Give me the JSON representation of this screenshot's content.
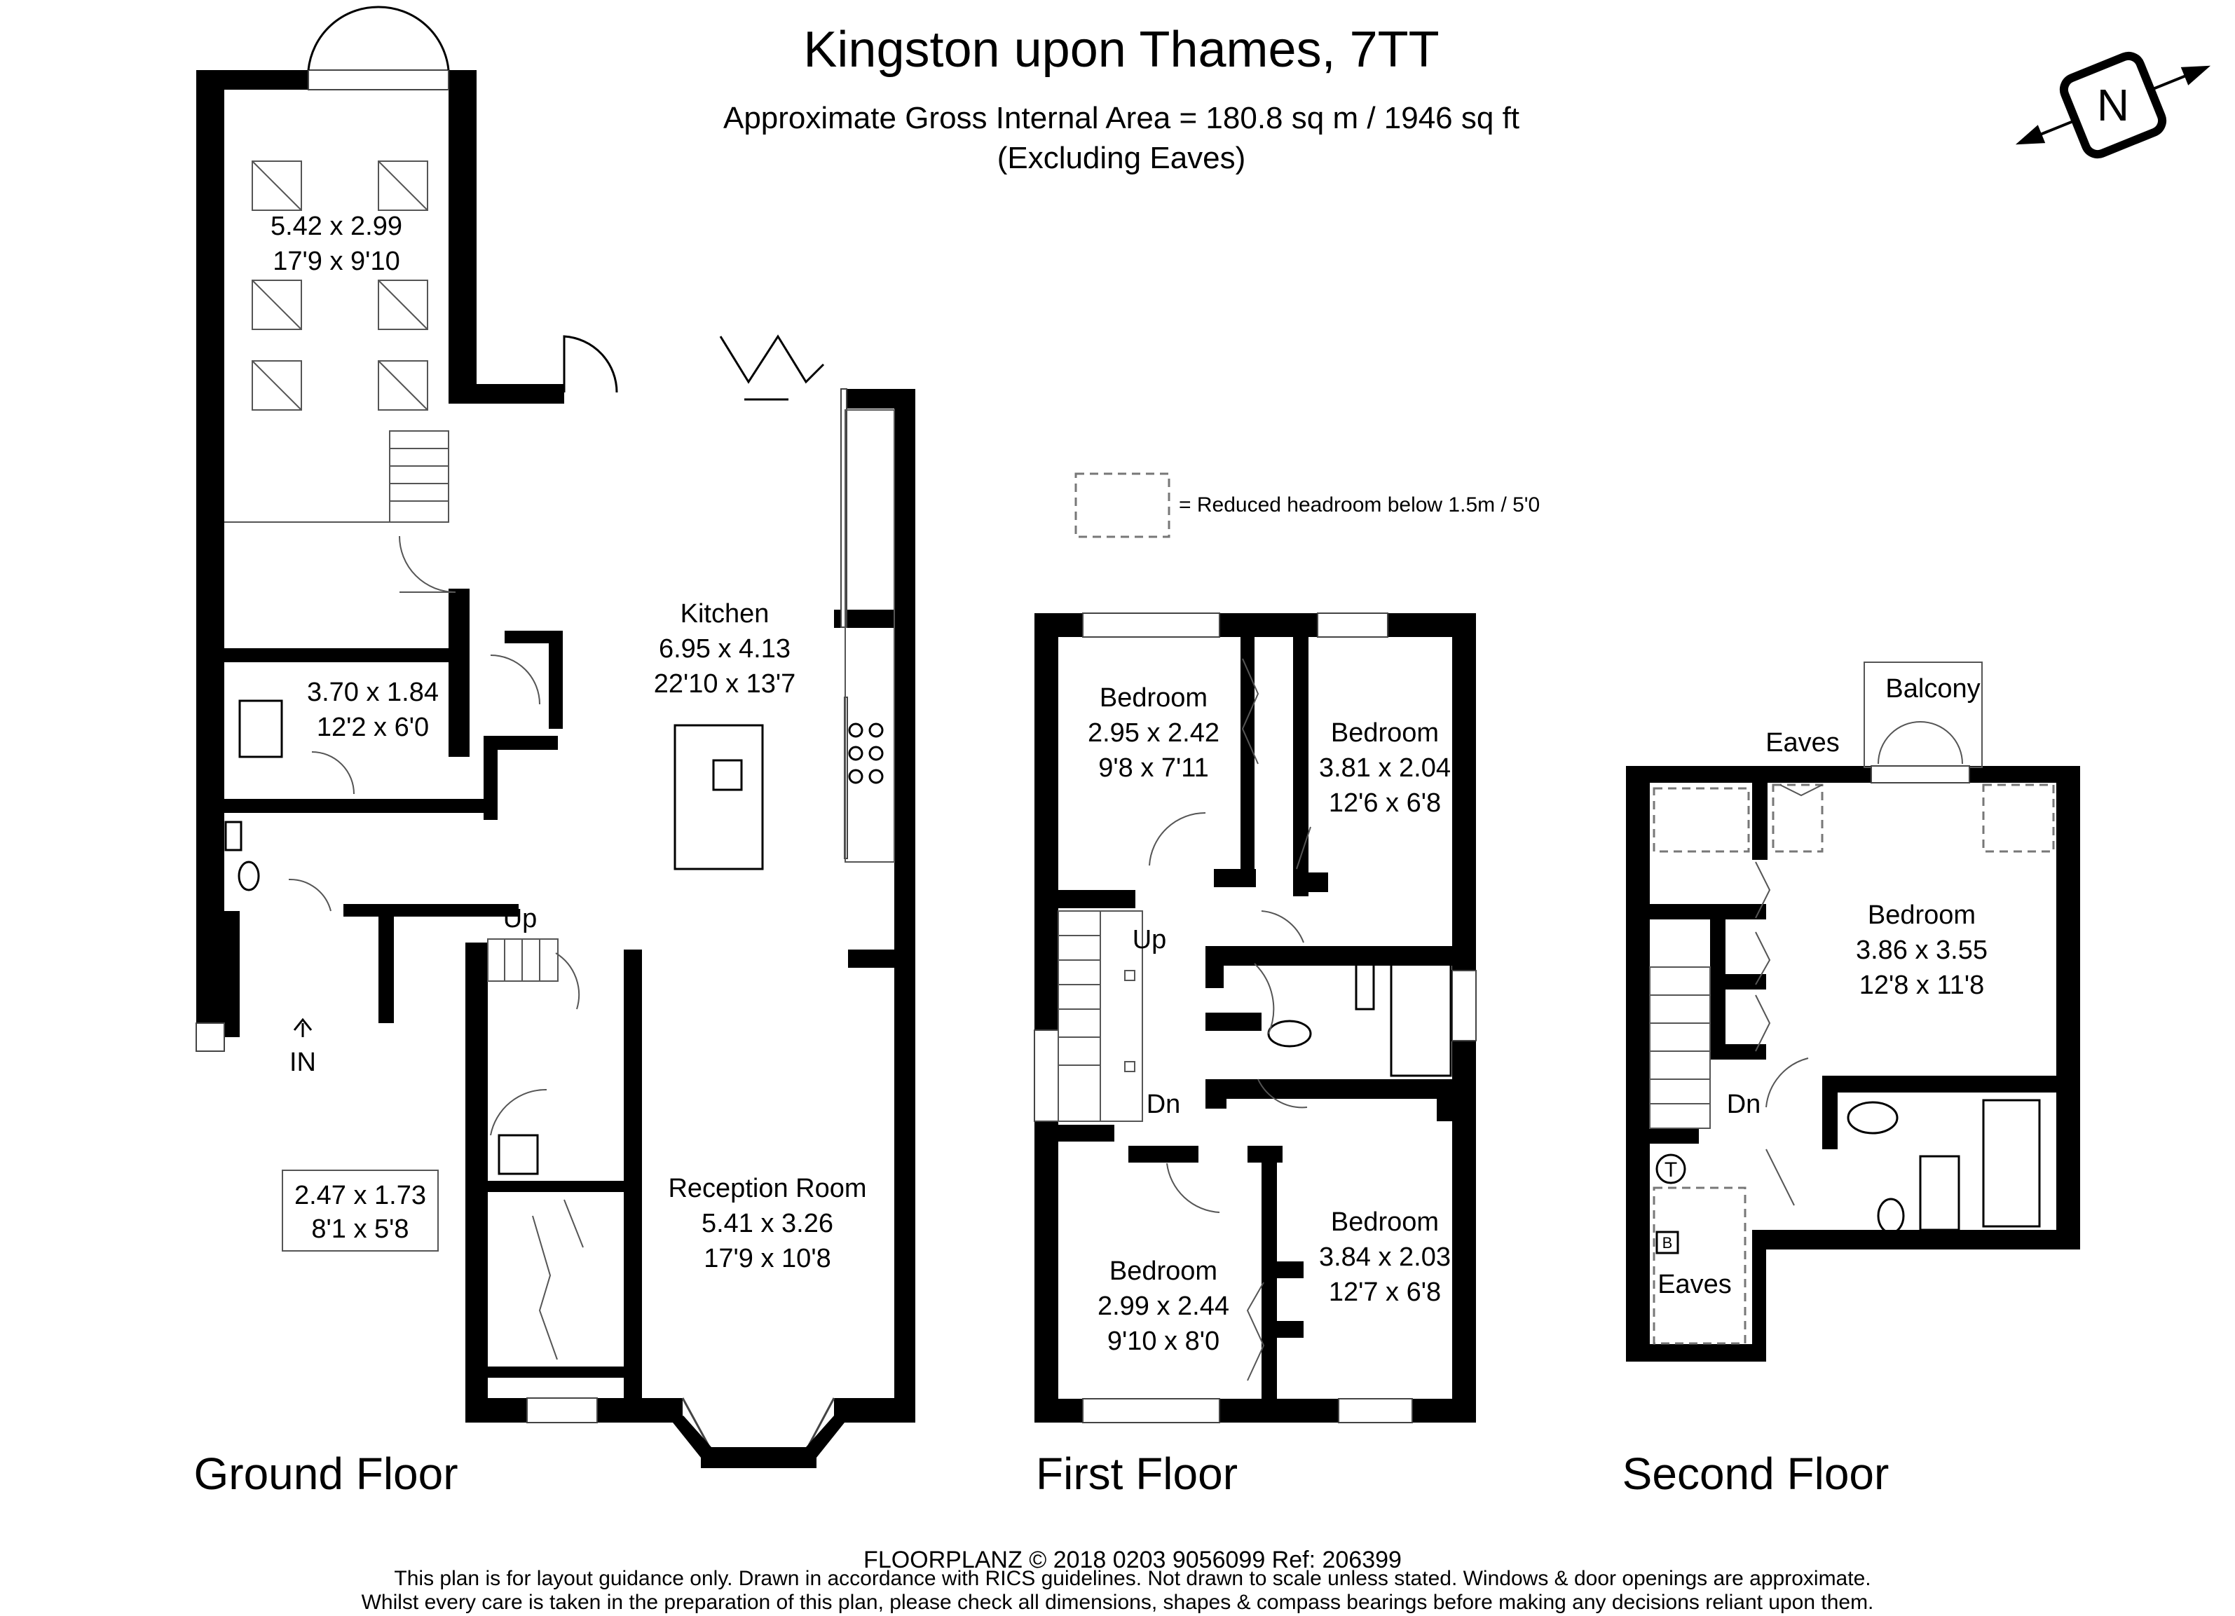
{
  "header": {
    "title": "Kingston upon Thames, 7TT",
    "area": "Approximate Gross Internal Area = 180.8 sq m / 1946 sq ft",
    "excluding": "(Excluding Eaves)"
  },
  "compass": {
    "label": "N"
  },
  "legend": {
    "label": "= Reduced headroom below 1.5m / 5'0"
  },
  "floors": {
    "ground": {
      "label": "Ground Floor",
      "rooms": {
        "garden_room": {
          "dim_m": "5.42 x 2.99",
          "dim_ft": "17'9 x 9'10"
        },
        "utility": {
          "dim_m": "3.70 x 1.84",
          "dim_ft": "12'2 x 6'0"
        },
        "kitchen": {
          "name": "Kitchen",
          "dim_m": "6.95 x 4.13",
          "dim_ft": "22'10 x 13'7"
        },
        "reception": {
          "name": "Reception Room",
          "dim_m": "5.41 x 3.26",
          "dim_ft": "17'9 x 10'8"
        },
        "study": {
          "dim_m": "2.47 x 1.73",
          "dim_ft": "8'1 x 5'8"
        }
      },
      "stairs_label": "Up",
      "entrance_label": "IN"
    },
    "first": {
      "label": "First Floor",
      "rooms": {
        "bed1": {
          "name": "Bedroom",
          "dim_m": "2.95 x 2.42",
          "dim_ft": "9'8 x 7'11"
        },
        "bed2": {
          "name": "Bedroom",
          "dim_m": "3.81 x 2.04",
          "dim_ft": "12'6 x 6'8"
        },
        "bed3": {
          "name": "Bedroom",
          "dim_m": "2.99 x 2.44",
          "dim_ft": "9'10 x 8'0"
        },
        "bed4": {
          "name": "Bedroom",
          "dim_m": "3.84 x 2.03",
          "dim_ft": "12'7 x 6'8"
        }
      },
      "up_label": "Up",
      "down_label": "Dn"
    },
    "second": {
      "label": "Second Floor",
      "rooms": {
        "bedroom": {
          "name": "Bedroom",
          "dim_m": "3.86 x 3.55",
          "dim_ft": "12'8 x 11'8"
        },
        "balcony": {
          "name": "Balcony"
        },
        "eaves_top": {
          "name": "Eaves"
        },
        "eaves_bottom": {
          "name": "Eaves"
        }
      },
      "down_label": "Dn",
      "tank_label": "T",
      "boiler_label": "B"
    }
  },
  "footer": {
    "company": "FLOORPLANZ © 2018   0203 9056099   Ref: 206399",
    "line1": "This plan is for layout guidance only. Drawn in accordance with RICS guidelines. Not drawn to scale unless stated. Windows & door openings are approximate.",
    "line2": "Whilst every care is taken in the preparation of this plan, please check all dimensions, shapes & compass bearings before making any decisions reliant upon them."
  }
}
